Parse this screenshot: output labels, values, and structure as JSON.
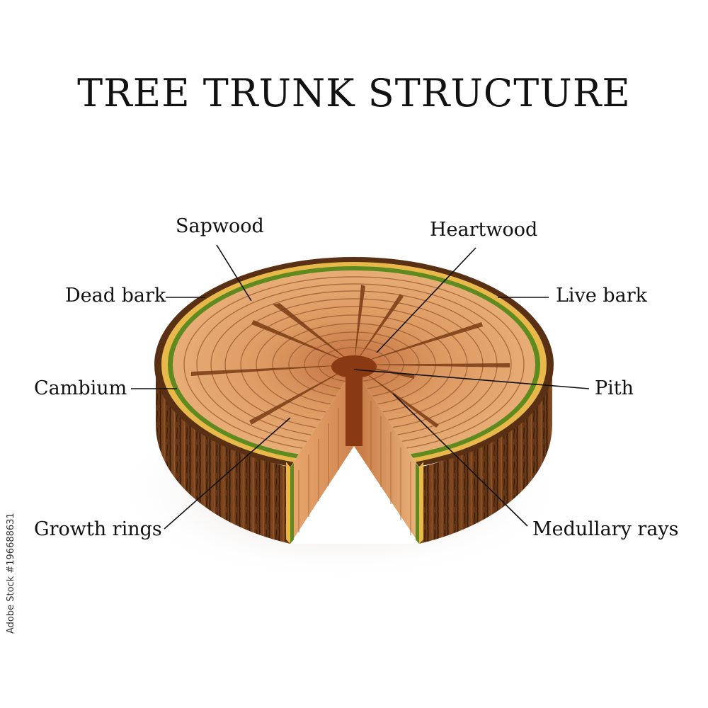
{
  "title": "TREE TRUNK STRUCTURE",
  "labels": {
    "sapwood": "Sapwood",
    "heartwood": "Heartwood",
    "dead_bark": "Dead bark",
    "live_bark": "Live bark",
    "cambium": "Cambium",
    "pith": "Pith",
    "growth_rings": "Growth rings",
    "medullary_rays": "Medullary rays"
  },
  "stock_id": "#196688631",
  "watermark": "Adobe Stock",
  "colors": {
    "dead_bark": "#5a3015",
    "live_bark": "#e8b84a",
    "cambium": "#5e8a1f",
    "sapwood": "#e2a46e",
    "heartwood": "#c97c45",
    "pith": "#8a3a12",
    "ring_line": "#9a5a30",
    "leader_line": "#111111"
  }
}
